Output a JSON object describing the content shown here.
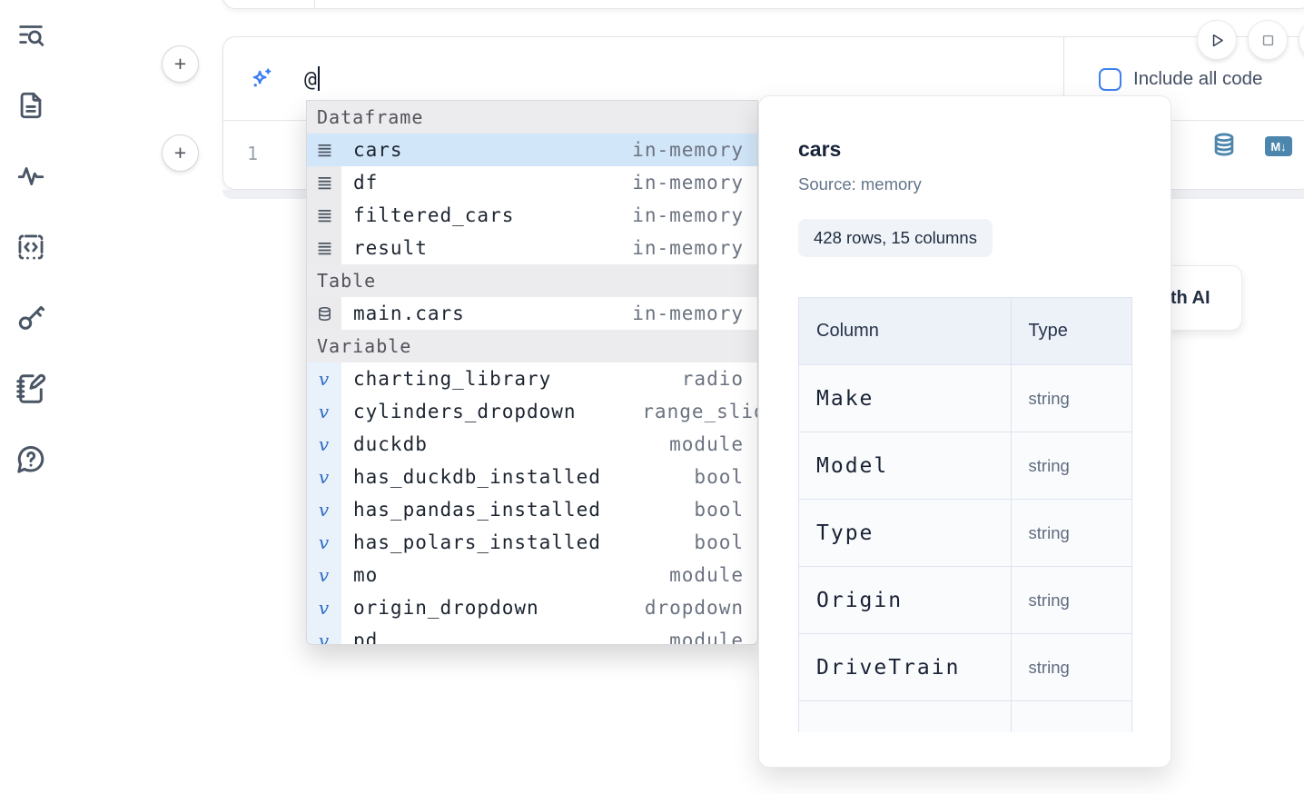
{
  "colors": {
    "accent_blue": "#3b7cf5",
    "steel_blue": "#4d86ad",
    "selected_row_bg": "#d2e6f9",
    "sidebar_icon": "#4a5565"
  },
  "sidebar": {
    "icons": [
      "search-list-icon",
      "file-document-icon",
      "activity-icon",
      "snippets-code-icon",
      "key-icon",
      "scratchpad-icon",
      "help-icon"
    ]
  },
  "cell": {
    "add_cell_button": "+",
    "ai_input": {
      "value": "@"
    },
    "include_all_code_label": "Include all code",
    "line_number": "1",
    "toolbar_icons": [
      "database-icon",
      "markdown-icon"
    ],
    "markdown_badge": "M↓"
  },
  "run_controls": {
    "icons": [
      "run-play-icon",
      "stop-icon"
    ]
  },
  "ai_generate_button": {
    "label": "Generate with AI"
  },
  "autocomplete": {
    "sections": [
      {
        "label": "Dataframe",
        "kind": "dataframe",
        "items": [
          {
            "name": "cars",
            "type": "in-memory",
            "selected": true
          },
          {
            "name": "df",
            "type": "in-memory"
          },
          {
            "name": "filtered_cars",
            "type": "in-memory"
          },
          {
            "name": "result",
            "type": "in-memory"
          }
        ]
      },
      {
        "label": "Table",
        "kind": "table",
        "items": [
          {
            "name": "main.cars",
            "type": "in-memory"
          }
        ]
      },
      {
        "label": "Variable",
        "kind": "variable",
        "items": [
          {
            "name": "charting_library",
            "type": "radio"
          },
          {
            "name": "cylinders_dropdown",
            "type": "range_slider",
            "overflow": true
          },
          {
            "name": "duckdb",
            "type": "module"
          },
          {
            "name": "has_duckdb_installed",
            "type": "bool"
          },
          {
            "name": "has_pandas_installed",
            "type": "bool"
          },
          {
            "name": "has_polars_installed",
            "type": "bool"
          },
          {
            "name": "mo",
            "type": "module"
          },
          {
            "name": "origin_dropdown",
            "type": "dropdown"
          },
          {
            "name": "pd",
            "type": "module",
            "partial": true
          }
        ]
      }
    ]
  },
  "preview_panel": {
    "title": "cars",
    "source_label": "Source: memory",
    "shape_badge": "428 rows, 15 columns",
    "table": {
      "headers": [
        "Column",
        "Type"
      ],
      "rows": [
        [
          "Make",
          "string"
        ],
        [
          "Model",
          "string"
        ],
        [
          "Type",
          "string"
        ],
        [
          "Origin",
          "string"
        ],
        [
          "DriveTrain",
          "string"
        ]
      ]
    }
  }
}
